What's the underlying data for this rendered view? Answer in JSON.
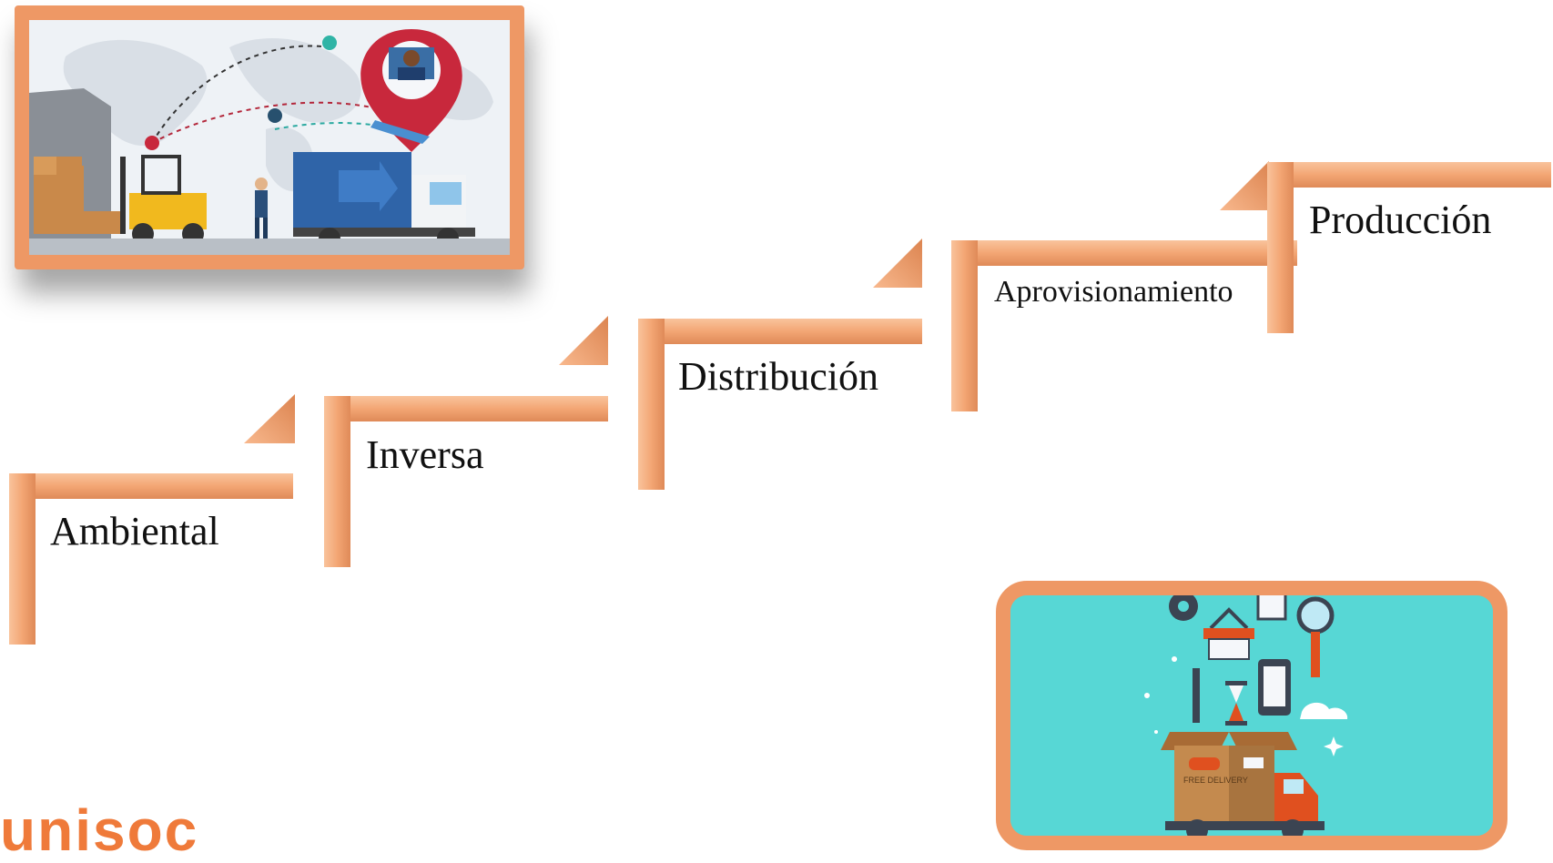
{
  "steps": [
    {
      "label": "Ambiental"
    },
    {
      "label": "Inversa"
    },
    {
      "label": "Distribución"
    },
    {
      "label": "Aprovisionamiento"
    },
    {
      "label": "Producción"
    }
  ],
  "images": {
    "top_left": "logistics-warehouse-world-map-illustration",
    "bottom_right": "free-delivery-truck-icons-illustration",
    "top_left_truck_text": "",
    "delivery_box_text": "FREE DELIVERY"
  },
  "brand_fragment": "unisoc",
  "colors": {
    "frame_orange": "#ee9865",
    "step_orange": "#f5a878",
    "step_dark": "#d97f4e",
    "delivery_bg": "#57d7d5"
  }
}
